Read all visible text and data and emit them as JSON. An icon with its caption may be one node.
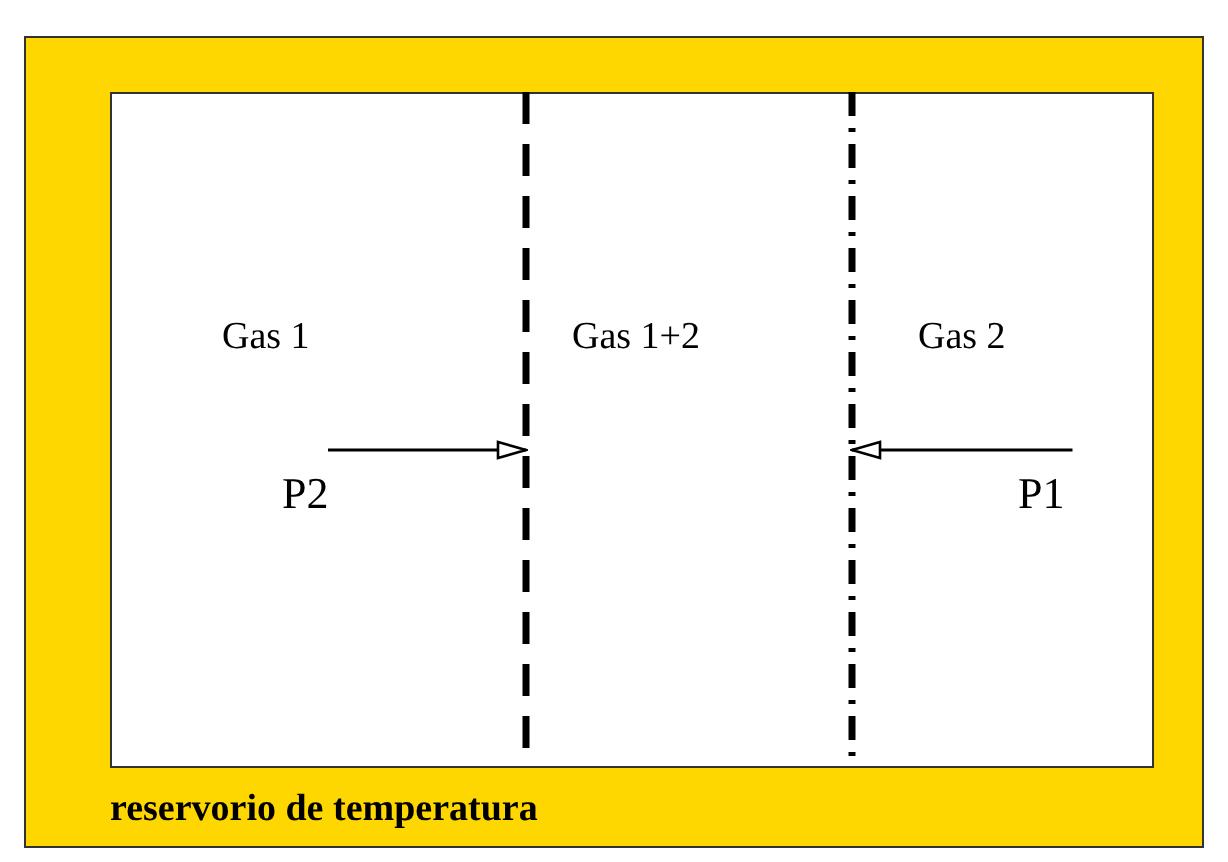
{
  "diagram": {
    "nodes": [
      {
        "text": [
          "reservorio de temperatura"
        ]
      },
      {
        "text": [
          "Gas 1"
        ],
        "in": 0
      },
      {
        "text": [
          "Gas 1+2"
        ],
        "in": 0
      },
      {
        "text": [
          "Gas 2"
        ],
        "in": 0
      },
      {
        "text": [],
        "shape": "line",
        "in": 0
      },
      {
        "text": [],
        "shape": "line",
        "in": 0
      },
      {
        "text": [
          "P2"
        ],
        "in": 0
      },
      {
        "text": [
          "P1"
        ],
        "in": 0
      }
    ],
    "edges": [
      {
        "from": 6,
        "to": 4,
        "arrow": "to"
      },
      {
        "from": 7,
        "to": 5,
        "arrow": "to"
      }
    ]
  }
}
